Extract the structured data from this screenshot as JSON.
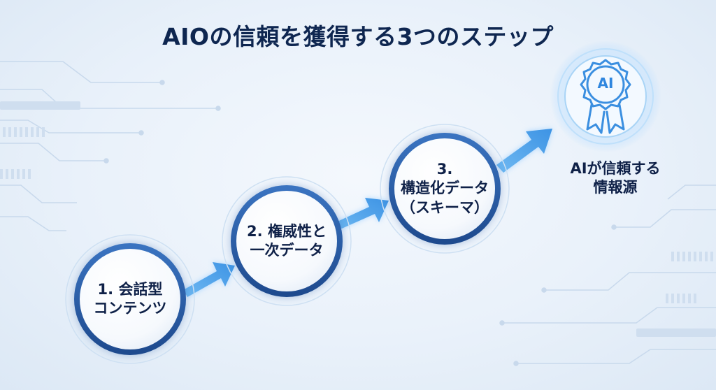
{
  "title": "AIOの信頼を獲得する3つのステップ",
  "steps": [
    {
      "lines": [
        "1. 会話型",
        "コンテンツ"
      ]
    },
    {
      "lines": [
        "2. 権威性と",
        "一次データ"
      ]
    },
    {
      "lines": [
        "3.",
        "構造化データ",
        "（スキーマ）"
      ]
    }
  ],
  "goal": {
    "badge_text": "AI",
    "lines": [
      "AIが信頼する",
      "情報源"
    ]
  },
  "colors": {
    "title": "#0e2650",
    "text": "#0f2148",
    "ring": "#2c5fa8",
    "arrow": "#4fa6ec",
    "glow": "#9fd0ff"
  },
  "icons": [
    "ai-brain-award-badge-icon"
  ]
}
